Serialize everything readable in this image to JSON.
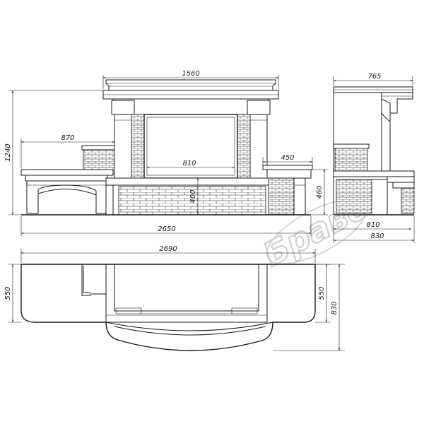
{
  "front_view": {
    "overall_width": "2650",
    "overall_height": "1240",
    "mantel_width": "1560",
    "left_shelf_width": "870",
    "opening_width": "810",
    "right_shelf_width": "450",
    "base_height": "460",
    "hearth_height": "400"
  },
  "side_view": {
    "top_depth": "765",
    "base_depth": "810",
    "overall_depth": "830"
  },
  "plan_view": {
    "overall_width": "2690",
    "left_depth": "550",
    "right_depth": "550",
    "overall_depth": "830"
  },
  "watermark": "Браво"
}
